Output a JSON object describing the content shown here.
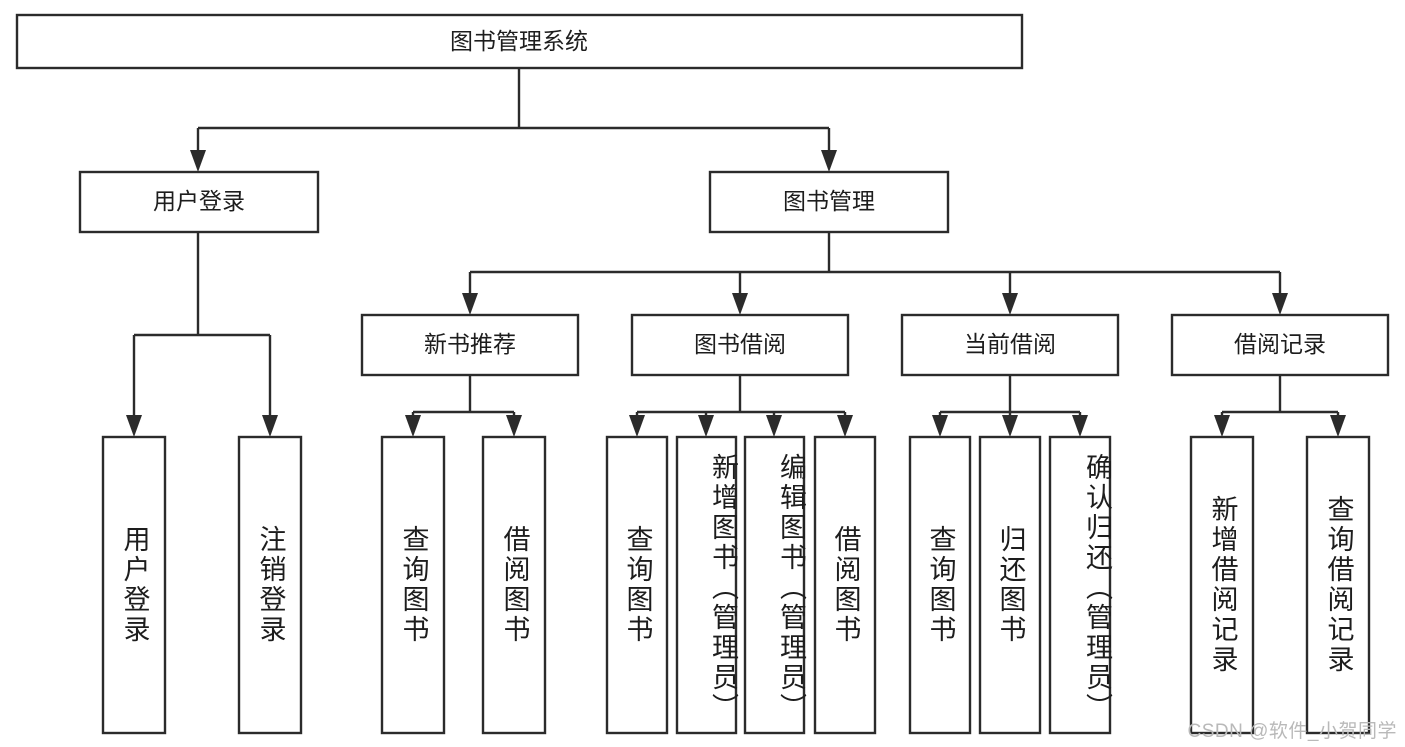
{
  "diagram": {
    "type": "tree-hierarchy",
    "title": "图书管理系统",
    "root": {
      "label": "图书管理系统",
      "level": 1
    },
    "level2": [
      {
        "label": "用户登录"
      },
      {
        "label": "图书管理"
      }
    ],
    "level3": [
      {
        "label": "新书推荐"
      },
      {
        "label": "图书借阅"
      },
      {
        "label": "当前借阅"
      },
      {
        "label": "借阅记录"
      }
    ],
    "leaves": {
      "user_login": [
        {
          "label": "用户登录"
        },
        {
          "label": "注销登录"
        }
      ],
      "new_book_recommend": [
        {
          "label": "查询图书"
        },
        {
          "label": "借阅图书"
        }
      ],
      "book_borrow": [
        {
          "label": "查询图书"
        },
        {
          "label": "新增图书（管理员）"
        },
        {
          "label": "编辑图书（管理员）"
        },
        {
          "label": "借阅图书"
        }
      ],
      "current_borrow": [
        {
          "label": "查询图书"
        },
        {
          "label": "归还图书"
        },
        {
          "label": "确认归还（管理员）"
        }
      ],
      "borrow_record": [
        {
          "label": "新增借阅记录"
        },
        {
          "label": "查询借阅记录"
        }
      ]
    },
    "watermark": "CSDN @软件_小贺同学",
    "colors": {
      "stroke": "#2b2b2b",
      "fill": "#ffffff",
      "text": "#1d1d1d",
      "watermark": "#b9b9b9"
    }
  }
}
